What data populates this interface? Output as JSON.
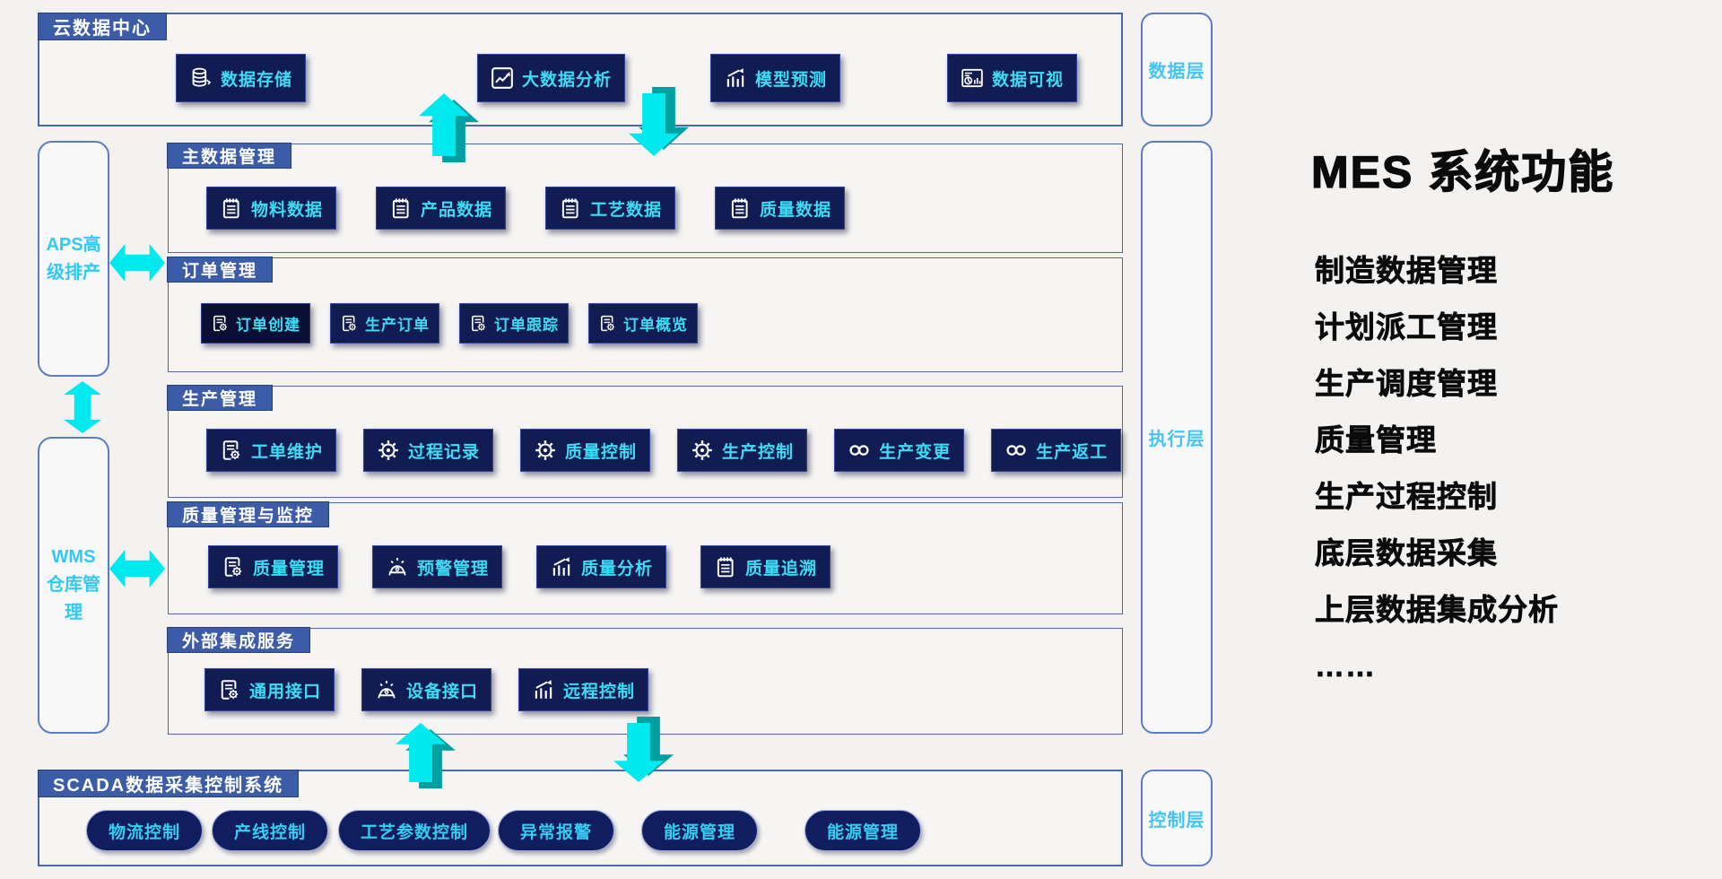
{
  "cloud": {
    "title": "云数据中心",
    "buttons": [
      {
        "label": "数据存储",
        "icon": "database-icon"
      },
      {
        "label": "大数据分析",
        "icon": "line-chart-icon"
      },
      {
        "label": "模型预测",
        "icon": "bar-chart-icon"
      },
      {
        "label": "数据可视",
        "icon": "dashboard-icon"
      }
    ]
  },
  "layers": {
    "data": "数据层",
    "execution": "执行层",
    "control": "控制层"
  },
  "side_systems": {
    "aps": "APS高级排产",
    "wms": "WMS仓库管理"
  },
  "rows": [
    {
      "title": "主数据管理",
      "buttons": [
        {
          "label": "物料数据",
          "icon": "clipboard-icon"
        },
        {
          "label": "产品数据",
          "icon": "clipboard-icon"
        },
        {
          "label": "工艺数据",
          "icon": "clipboard-icon"
        },
        {
          "label": "质量数据",
          "icon": "clipboard-icon"
        }
      ]
    },
    {
      "title": "订单管理",
      "buttons": [
        {
          "label": "订单创建",
          "icon": "doc-gear-icon"
        },
        {
          "label": "生产订单",
          "icon": "doc-gear-icon"
        },
        {
          "label": "订单跟踪",
          "icon": "doc-gear-icon"
        },
        {
          "label": "订单概览",
          "icon": "doc-gear-icon"
        }
      ]
    },
    {
      "title": "生产管理",
      "buttons": [
        {
          "label": "工单维护",
          "icon": "doc-gear-icon"
        },
        {
          "label": "过程记录",
          "icon": "gear-icon"
        },
        {
          "label": "质量控制",
          "icon": "gear-icon"
        },
        {
          "label": "生产控制",
          "icon": "gear-icon"
        },
        {
          "label": "生产变更",
          "icon": "infinity-icon"
        },
        {
          "label": "生产返工",
          "icon": "infinity-icon"
        }
      ]
    },
    {
      "title": "质量管理与监控",
      "buttons": [
        {
          "label": "质量管理",
          "icon": "doc-gear-icon"
        },
        {
          "label": "预警管理",
          "icon": "siren-icon"
        },
        {
          "label": "质量分析",
          "icon": "bar-chart-icon"
        },
        {
          "label": "质量追溯",
          "icon": "clipboard-icon"
        }
      ]
    },
    {
      "title": "外部集成服务",
      "buttons": [
        {
          "label": "通用接口",
          "icon": "doc-gear-icon"
        },
        {
          "label": "设备接口",
          "icon": "siren-icon"
        },
        {
          "label": "远程控制",
          "icon": "bar-chart-icon"
        }
      ]
    }
  ],
  "scada": {
    "title": "SCADA数据采集控制系统",
    "pills": [
      {
        "label": "物流控制"
      },
      {
        "label": "产线控制"
      },
      {
        "label": "工艺参数控制"
      },
      {
        "label": "异常报警"
      },
      {
        "label": "能源管理"
      },
      {
        "label": "能源管理"
      }
    ]
  },
  "right_panel": {
    "title": "MES 系统功能",
    "items": [
      {
        "label": "制造数据管理"
      },
      {
        "label": "计划派工管理"
      },
      {
        "label": "生产调度管理"
      },
      {
        "label": "质量管理"
      },
      {
        "label": "生产过程控制"
      },
      {
        "label": "底层数据采集"
      },
      {
        "label": "上层数据集成分析"
      },
      {
        "label": "……"
      }
    ]
  },
  "colors": {
    "page_background": "#f3f2f0",
    "box_border": "#4a68ad",
    "tab_background": "#3d5ca7",
    "button_background": "#111c52",
    "button_background_dark": "#0a0f33",
    "button_text": "#3edbf5",
    "pill_background": "#101d5e",
    "layer_text": "#44c4f2",
    "arrow_cyan": "#00e9ee",
    "arrow_teal": "#00a0a2",
    "right_panel_text": "#0b0b0b"
  }
}
